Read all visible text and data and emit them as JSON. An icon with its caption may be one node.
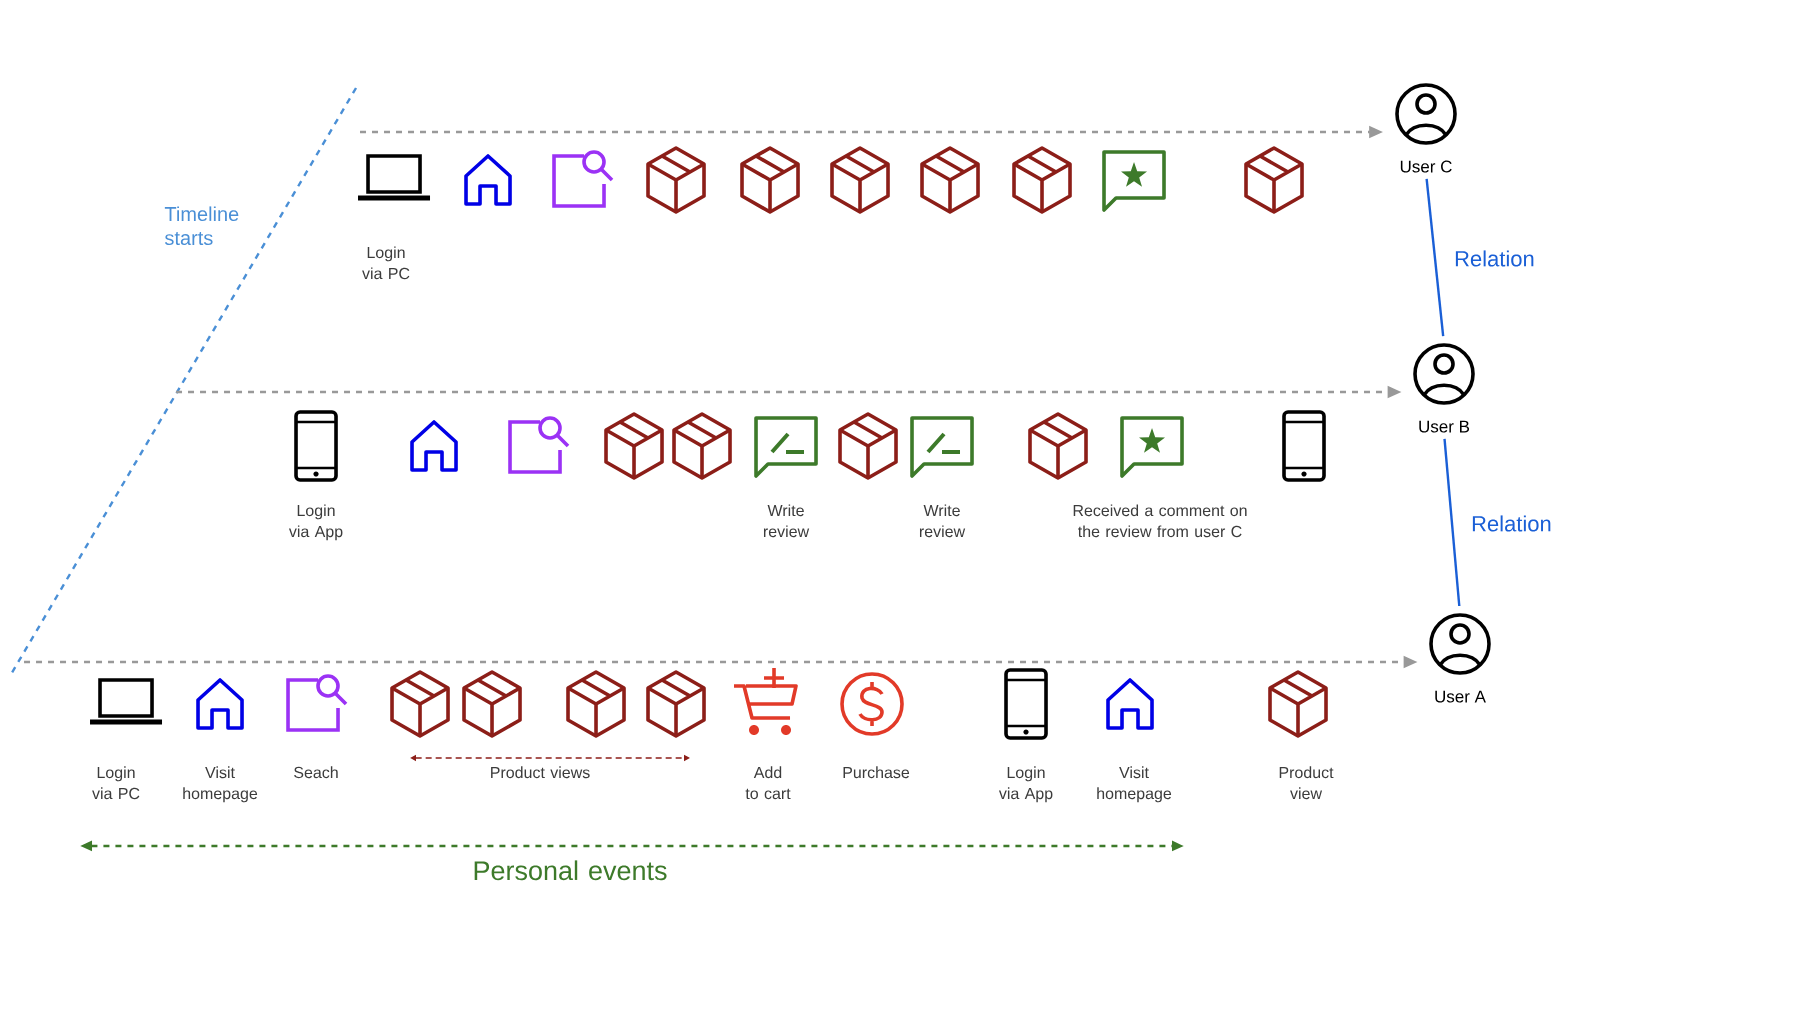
{
  "diagram": {
    "nodes": [
      {
        "text": [
          "User C"
        ]
      },
      {
        "text": [
          "User B"
        ]
      },
      {
        "text": [
          "User A"
        ]
      }
    ],
    "edges": [
      {
        "from": null,
        "to": 0,
        "arrow": "to",
        "style": "dashed",
        "color": "#999999"
      },
      {
        "from": null,
        "to": 1,
        "arrow": "to",
        "style": "dashed",
        "color": "#999999"
      },
      {
        "from": null,
        "to": 2,
        "arrow": "to",
        "style": "dashed",
        "color": "#999999"
      },
      {
        "from": 0,
        "to": 1,
        "arrow": "none",
        "label": "Relation",
        "color": "#1a5fd6"
      },
      {
        "from": 1,
        "to": 2,
        "arrow": "none",
        "label": "Relation",
        "color": "#1a5fd6"
      }
    ],
    "labels": [
      "Timeline starts",
      "Login via PC",
      "Login via App",
      "Write review",
      "Write review",
      "Received a comment on the review from user C",
      "Login via PC",
      "Visit homepage",
      "Seach",
      "Product views",
      "Add to cart",
      "Purchase",
      "Login via App",
      "Visit homepage",
      "Product view",
      "Personal events"
    ]
  }
}
